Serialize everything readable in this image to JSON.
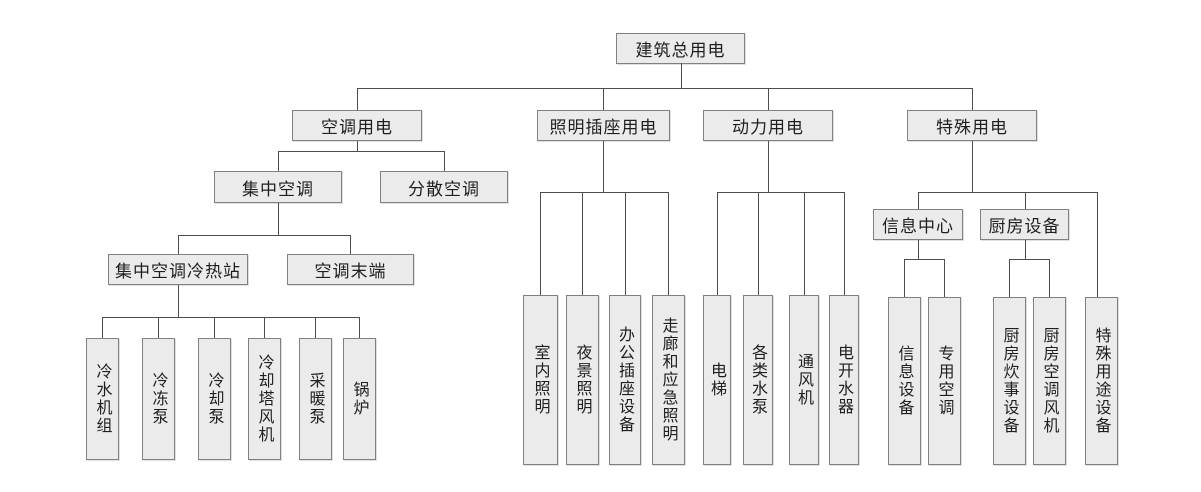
{
  "diagram": {
    "type": "org-tree",
    "colors": {
      "node_fill": "#ebebeb",
      "node_border": "#808080",
      "connector_line": "#4d4d4d",
      "text": "#1f1f1f",
      "background": "#ffffff"
    },
    "nodes": [
      {
        "id": "building-total-electricity",
        "label": "建筑总用电",
        "parent": null
      },
      {
        "id": "hvac-electricity",
        "label": "空调用电",
        "parent": "building-total-electricity"
      },
      {
        "id": "lighting-socket-electricity",
        "label": "照明插座用电",
        "parent": "building-total-electricity"
      },
      {
        "id": "power-electricity",
        "label": "动力用电",
        "parent": "building-total-electricity"
      },
      {
        "id": "special-electricity",
        "label": "特殊用电",
        "parent": "building-total-electricity"
      },
      {
        "id": "central-ac",
        "label": "集中空调",
        "parent": "hvac-electricity"
      },
      {
        "id": "distributed-ac",
        "label": "分散空调",
        "parent": "hvac-electricity"
      },
      {
        "id": "central-ac-plant",
        "label": "集中空调冷热站",
        "parent": "central-ac"
      },
      {
        "id": "ac-terminal",
        "label": "空调末端",
        "parent": "central-ac"
      },
      {
        "id": "chiller-unit",
        "label": "冷水机组",
        "parent": "central-ac-plant"
      },
      {
        "id": "chilled-water-pump",
        "label": "冷冻泵",
        "parent": "central-ac-plant"
      },
      {
        "id": "cooling-water-pump",
        "label": "冷却泵",
        "parent": "central-ac-plant"
      },
      {
        "id": "cooling-tower-fan",
        "label": "冷却塔风机",
        "parent": "central-ac-plant"
      },
      {
        "id": "heating-pump",
        "label": "采暖泵",
        "parent": "central-ac-plant"
      },
      {
        "id": "boiler",
        "label": "锅炉",
        "parent": "central-ac-plant"
      },
      {
        "id": "indoor-lighting",
        "label": "室内照明",
        "parent": "lighting-socket-electricity"
      },
      {
        "id": "nightscape-lighting",
        "label": "夜景照明",
        "parent": "lighting-socket-electricity"
      },
      {
        "id": "office-socket-equipment",
        "label": "办公插座设备",
        "parent": "lighting-socket-electricity"
      },
      {
        "id": "corridor-emergency-lighting",
        "label": "走廊和应急照明",
        "parent": "lighting-socket-electricity"
      },
      {
        "id": "elevator",
        "label": "电梯",
        "parent": "power-electricity"
      },
      {
        "id": "water-pumps",
        "label": "各类水泵",
        "parent": "power-electricity"
      },
      {
        "id": "ventilation-fan",
        "label": "通风机",
        "parent": "power-electricity"
      },
      {
        "id": "electric-water-heater",
        "label": "电开水器",
        "parent": "power-electricity"
      },
      {
        "id": "info-center",
        "label": "信息中心",
        "parent": "special-electricity"
      },
      {
        "id": "kitchen-equipment",
        "label": "厨房设备",
        "parent": "special-electricity"
      },
      {
        "id": "info-equipment",
        "label": "信息设备",
        "parent": "info-center"
      },
      {
        "id": "dedicated-ac",
        "label": "专用空调",
        "parent": "info-center"
      },
      {
        "id": "kitchen-cooking-equipment",
        "label": "厨房炊事设备",
        "parent": "kitchen-equipment"
      },
      {
        "id": "kitchen-ac-fan",
        "label": "厨房空调风机",
        "parent": "kitchen-equipment"
      },
      {
        "id": "special-purpose-equipment",
        "label": "特殊用途设备",
        "parent": "special-electricity"
      }
    ]
  }
}
